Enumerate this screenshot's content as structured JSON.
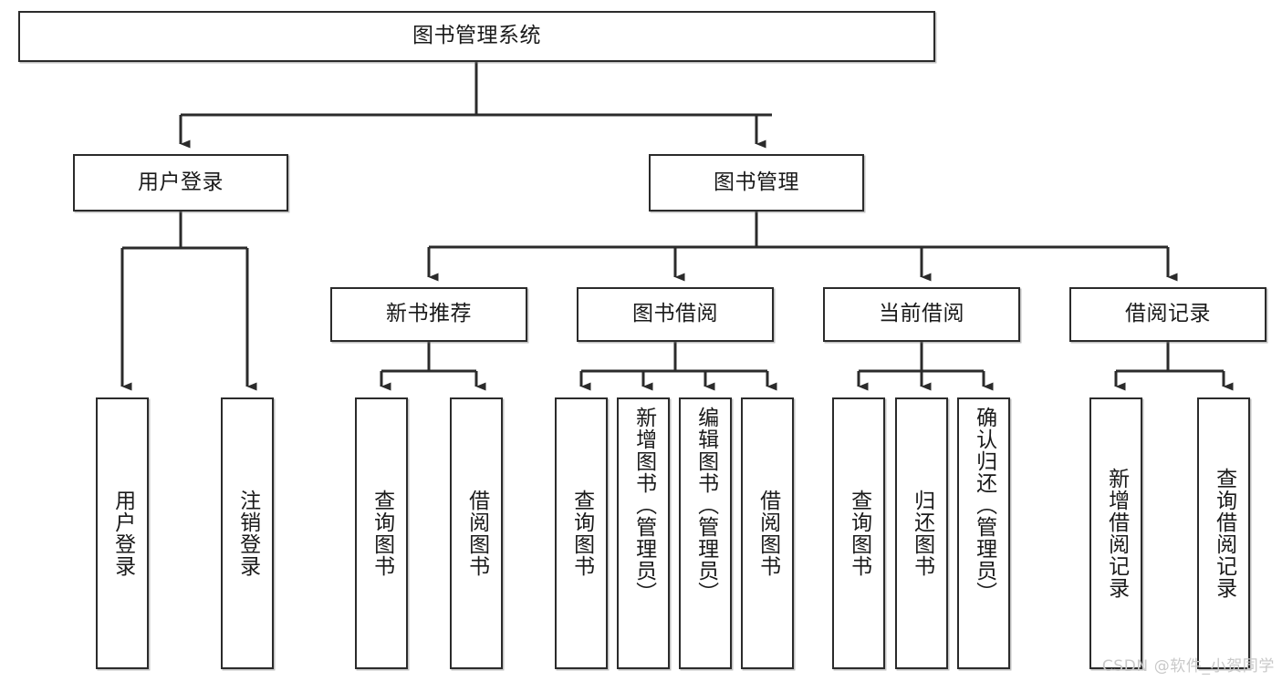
{
  "diagram": {
    "type": "tree",
    "title": "图书管理系统",
    "root": {
      "id": "root",
      "label": "图书管理系统",
      "orientation": "horizontal"
    },
    "level2": [
      {
        "id": "user-login",
        "label": "用户登录",
        "orientation": "horizontal"
      },
      {
        "id": "book-management",
        "label": "图书管理",
        "orientation": "horizontal"
      }
    ],
    "level3": [
      {
        "id": "new-book-recommend",
        "label": "新书推荐",
        "orientation": "horizontal",
        "parent": "book-management"
      },
      {
        "id": "book-borrow",
        "label": "图书借阅",
        "orientation": "horizontal",
        "parent": "book-management"
      },
      {
        "id": "current-borrow",
        "label": "当前借阅",
        "orientation": "horizontal",
        "parent": "book-management"
      },
      {
        "id": "borrow-record",
        "label": "借阅记录",
        "orientation": "horizontal",
        "parent": "book-management"
      }
    ],
    "leaves": [
      {
        "id": "leaf-user-login",
        "label": "用户登录",
        "orientation": "vertical",
        "parent": "user-login"
      },
      {
        "id": "leaf-logout",
        "label": "注销登录",
        "orientation": "vertical",
        "parent": "user-login"
      },
      {
        "id": "leaf-query-book-1",
        "label": "查询图书",
        "orientation": "vertical",
        "parent": "new-book-recommend"
      },
      {
        "id": "leaf-borrow-book-1",
        "label": "借阅图书",
        "orientation": "vertical",
        "parent": "new-book-recommend"
      },
      {
        "id": "leaf-query-book-2",
        "label": "查询图书",
        "orientation": "vertical",
        "parent": "book-borrow"
      },
      {
        "id": "leaf-add-book",
        "label": "新增图书（管理员）",
        "orientation": "vertical",
        "parent": "book-borrow"
      },
      {
        "id": "leaf-edit-book",
        "label": "编辑图书（管理员）",
        "orientation": "vertical",
        "parent": "book-borrow"
      },
      {
        "id": "leaf-borrow-book-2",
        "label": "借阅图书",
        "orientation": "vertical",
        "parent": "book-borrow"
      },
      {
        "id": "leaf-query-book-3",
        "label": "查询图书",
        "orientation": "vertical",
        "parent": "current-borrow"
      },
      {
        "id": "leaf-return-book",
        "label": "归还图书",
        "orientation": "vertical",
        "parent": "current-borrow"
      },
      {
        "id": "leaf-confirm-return",
        "label": "确认归还（管理员）",
        "orientation": "vertical",
        "parent": "current-borrow"
      },
      {
        "id": "leaf-add-record",
        "label": "新增借阅记录",
        "orientation": "vertical",
        "parent": "borrow-record"
      },
      {
        "id": "leaf-query-record",
        "label": "查询借阅记录",
        "orientation": "vertical",
        "parent": "borrow-record"
      }
    ],
    "colors": {
      "stroke": "#2b2b2b",
      "fill": "#ffffff",
      "text": "#1a1a1a",
      "shadow": "#9a9a9a",
      "watermark": "#c9c9c9"
    }
  },
  "watermark": {
    "text": "CSDN @软件_小贺同学"
  }
}
